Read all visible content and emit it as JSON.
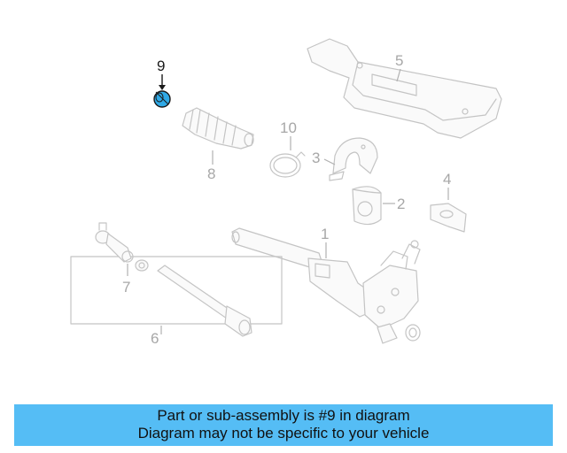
{
  "callouts": {
    "c1": "1",
    "c2": "2",
    "c3": "3",
    "c4": "4",
    "c5": "5",
    "c6": "6",
    "c7": "7",
    "c8": "8",
    "c9": "9",
    "c10": "10"
  },
  "highlighted_part": "9",
  "colors": {
    "highlight": "#2fa9e6",
    "caption_background": "#55bdf5",
    "part_stroke": "#c4c4c4",
    "label_gray": "#a7a7a7"
  },
  "caption": {
    "line1": "Part or sub-assembly is #9 in diagram",
    "line2": "Diagram may not be specific to your vehicle"
  }
}
